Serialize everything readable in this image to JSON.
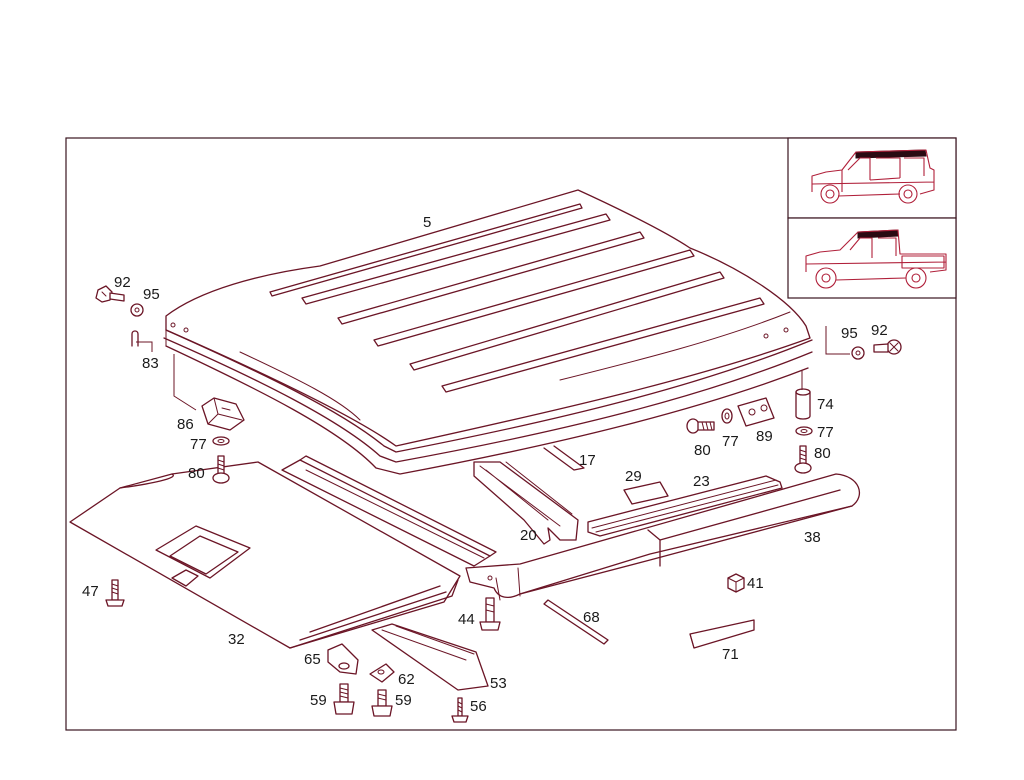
{
  "diagram": {
    "callouts": {
      "c5": "5",
      "c92_left": "92",
      "c95_left": "95",
      "c83": "83",
      "c86": "86",
      "c77_left": "77",
      "c80_left": "80",
      "c95_right": "95",
      "c92_right": "92",
      "c74": "74",
      "c80_mid": "80",
      "c77_mid": "77",
      "c89": "89",
      "c77_right": "77",
      "c80_right": "80",
      "c17": "17",
      "c29": "29",
      "c23": "23",
      "c20": "20",
      "c38": "38",
      "c41": "41",
      "c47": "47",
      "c32": "32",
      "c44": "44",
      "c68": "68",
      "c71": "71",
      "c65": "65",
      "c62": "62",
      "c53": "53",
      "c59_left": "59",
      "c59_right": "59",
      "c56": "56"
    },
    "thumbnails": [
      {
        "id": "station-wagon",
        "icon": "short-wheelbase-vehicle-icon"
      },
      {
        "id": "pickup",
        "icon": "crew-cab-pickup-icon"
      }
    ],
    "colors": {
      "line": "#6b1526",
      "vehicle": "#b0203a",
      "frame": "#3a1420"
    }
  }
}
